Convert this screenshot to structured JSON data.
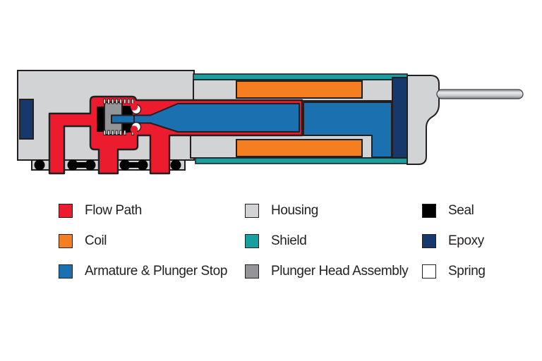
{
  "diagram": {
    "title": "solenoid-valve-cross-section",
    "parts": [
      "Flow Path",
      "Coil",
      "Armature & Plunger Stop",
      "Housing",
      "Shield",
      "Plunger Head Assembly",
      "Seal",
      "Epoxy",
      "Spring"
    ]
  },
  "legend": {
    "columns": [
      {
        "items": [
          {
            "label": "Flow Path",
            "color": "#EC1B2E"
          },
          {
            "label": "Coil",
            "color": "#F57E20"
          },
          {
            "label": "Armature & Plunger Stop",
            "color": "#1B70B0"
          }
        ]
      },
      {
        "items": [
          {
            "label": "Housing",
            "color": "#D2D3D5"
          },
          {
            "label": "Shield",
            "color": "#1A9FA1"
          },
          {
            "label": "Plunger Head Assembly",
            "color": "#939598"
          }
        ]
      },
      {
        "items": [
          {
            "label": "Seal",
            "color": "#000000"
          },
          {
            "label": "Epoxy",
            "color": "#17386D"
          },
          {
            "label": "Spring",
            "color": "#FFFFFF"
          }
        ]
      }
    ]
  },
  "colors": {
    "flow": "#EC1B2E",
    "coil": "#F57E20",
    "armature": "#1B70B0",
    "housing": "#D2D3D5",
    "shield": "#1A9FA1",
    "head": "#939598",
    "seal": "#000000",
    "epoxy": "#17386D",
    "spring": "#FFFFFF",
    "outline": "#231F20"
  }
}
